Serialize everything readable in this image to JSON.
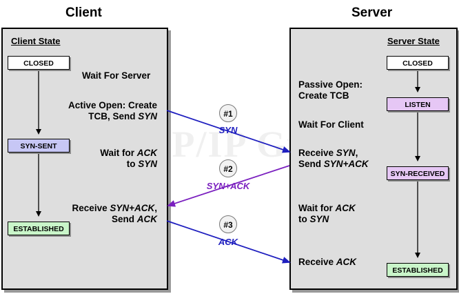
{
  "titles": {
    "client": "Client",
    "server": "Server"
  },
  "client": {
    "state_header": "Client State",
    "states": {
      "closed": "CLOSED",
      "syn_sent": "SYN-SENT",
      "established": "ESTABLISHED"
    },
    "wait_for_server": "Wait For Server",
    "active_open": {
      "line1": "Active Open: Create",
      "line2_a": "TCB, Send ",
      "line2_syn": "SYN"
    },
    "wait_ack": {
      "line1_a": "Wait for ",
      "line1_ack": "ACK",
      "line2_a": "to ",
      "line2_syn": "SYN"
    },
    "receive": {
      "line1_a": "Receive ",
      "line1_synack": "SYN+ACK",
      "line1_b": ",",
      "line2_a": "Send ",
      "line2_ack": "ACK"
    }
  },
  "server": {
    "state_header": "Server State",
    "states": {
      "closed": "CLOSED",
      "listen": "LISTEN",
      "syn_received": "SYN-RECEIVED",
      "established": "ESTABLISHED"
    },
    "passive_open": {
      "line1": "Passive Open:",
      "line2": "Create TCB"
    },
    "wait_client": "Wait For Client",
    "receive_syn": {
      "line1_a": "Receive ",
      "line1_syn": "SYN",
      "line1_b": ",",
      "line2_a": "Send ",
      "line2_synack": "SYN+ACK"
    },
    "wait_ack": {
      "line1_a": "Wait for ",
      "line1_ack": "ACK",
      "line2_a": "to ",
      "line2_syn": "SYN"
    },
    "receive_ack": {
      "line1_a": "Receive ",
      "line1_ack": "ACK"
    }
  },
  "messages": [
    {
      "number": "#1",
      "label": "SYN",
      "color": "#1f1fbf"
    },
    {
      "number": "#2",
      "label": "SYN+ACK",
      "color": "#7a1fbf"
    },
    {
      "number": "#3",
      "label": "ACK",
      "color": "#1f1fbf"
    }
  ],
  "watermark": "The TCP/IP Guide"
}
